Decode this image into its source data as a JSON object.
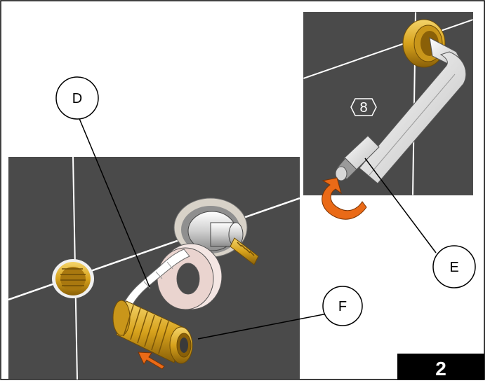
{
  "figure": {
    "step_number": "2",
    "callouts": {
      "d": "D",
      "e": "E",
      "f": "F"
    },
    "tool_size": "8",
    "colors": {
      "tile": "#4a4a4a",
      "grout": "#ffffff",
      "brass": "#d7a21c",
      "arrow": "#ea6a17",
      "frame": "#000000",
      "step_box": "#000000"
    }
  }
}
